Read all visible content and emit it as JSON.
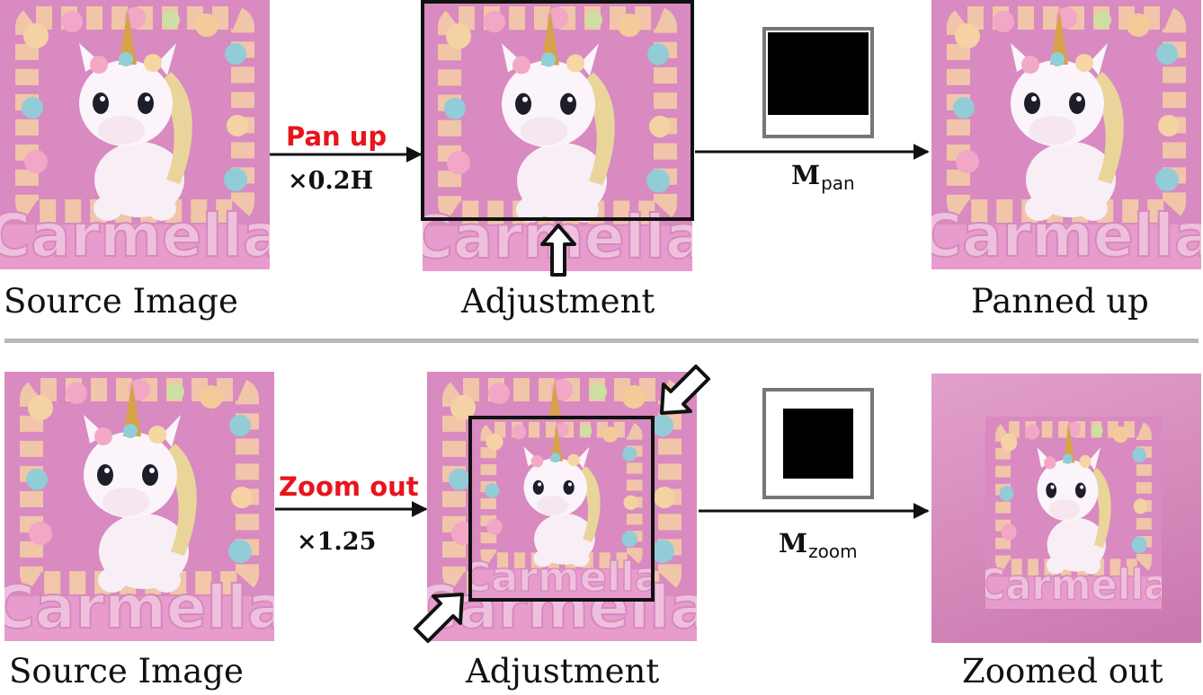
{
  "colors": {
    "operation_label": "#e8141c",
    "stroke": "#111111",
    "divider": "#b9b9b9",
    "image_bg": "#d884bb"
  },
  "rows": [
    {
      "source_caption": "Source  Image",
      "operation_label": "Pan up",
      "factor_prefix": "×",
      "factor_value": "0.2H",
      "adjustment_caption": "Adjustment",
      "matrix_symbol": "M",
      "matrix_subscript": "pan",
      "result_caption": "Panned up",
      "image_text": "Carmella"
    },
    {
      "source_caption": "Source  Image",
      "operation_label": "Zoom out",
      "factor_prefix": "×",
      "factor_value": "1.25",
      "adjustment_caption": "Adjustment",
      "matrix_symbol": "M",
      "matrix_subscript": "zoom",
      "result_caption": "Zoomed out",
      "image_text": "Carmella"
    }
  ]
}
